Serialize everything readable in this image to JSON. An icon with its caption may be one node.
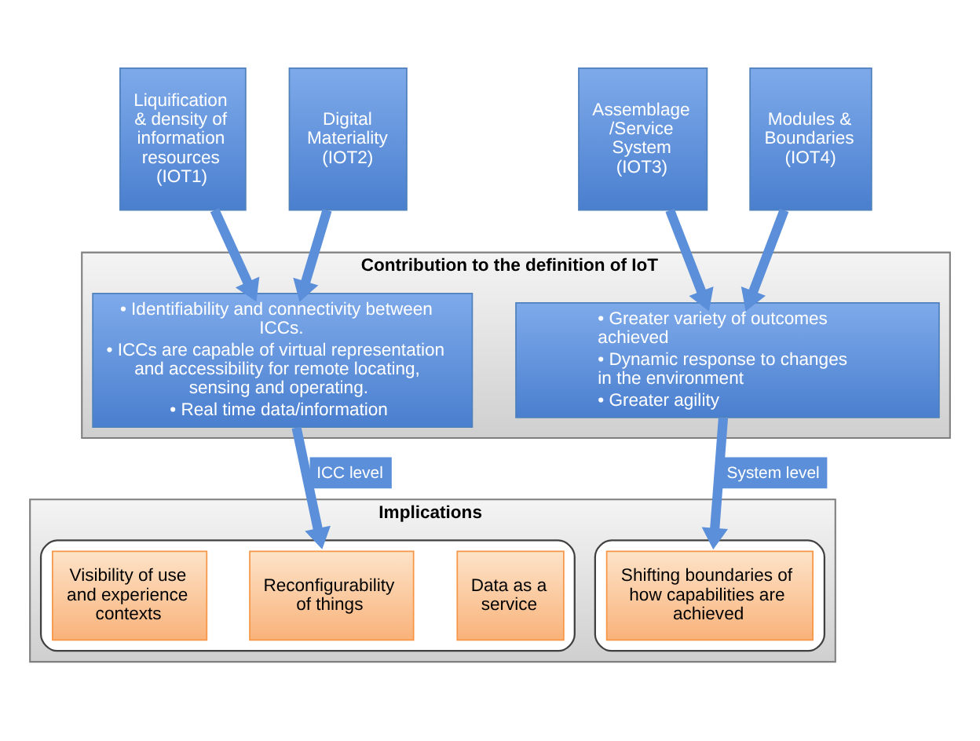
{
  "diagram": {
    "nodes": [
      {
        "text": [
          "Liquification & density of information resources (IOT1)"
        ]
      },
      {
        "text": [
          "Digital Materiality (IOT2)"
        ]
      },
      {
        "text": [
          "Assemblage /Service System (IOT3)"
        ]
      },
      {
        "text": [
          "Modules & Boundaries (IOT4)"
        ]
      },
      {
        "text": [
          "Contribution to the definition of IoT"
        ]
      },
      {
        "text": [
          "• Identifiability and connectivity between ICCs.",
          "• ICCs are capable of virtual representation and accessibility for remote locating, sensing and operating.",
          "• Real time data/information"
        ],
        "in": 4
      },
      {
        "text": [
          "• Greater variety of outcomes achieved",
          "• Dynamic response to changes in the environment",
          "• Greater agility"
        ],
        "in": 4
      },
      {
        "text": [
          "Implications"
        ]
      },
      {
        "text": [],
        "shape": "box",
        "in": 7
      },
      {
        "text": [
          "Visibility of use and experience contexts"
        ],
        "in": 8
      },
      {
        "text": [
          "Reconfigurability of things"
        ],
        "in": 8
      },
      {
        "text": [
          "Data as a service"
        ],
        "in": 8
      },
      {
        "text": [],
        "shape": "box",
        "in": 7
      },
      {
        "text": [
          "Shifting boundaries of how capabilities are achieved"
        ],
        "in": 12
      }
    ],
    "edges": [
      {
        "from": 0,
        "to": 5,
        "arrow": "to"
      },
      {
        "from": 1,
        "to": 5,
        "arrow": "to"
      },
      {
        "from": 2,
        "to": 6,
        "arrow": "to"
      },
      {
        "from": 3,
        "to": 6,
        "arrow": "to"
      },
      {
        "from": 5,
        "to": 8,
        "arrow": "to",
        "label": "ICC level"
      },
      {
        "from": 6,
        "to": 12,
        "arrow": "to",
        "label": "System level"
      }
    ]
  }
}
